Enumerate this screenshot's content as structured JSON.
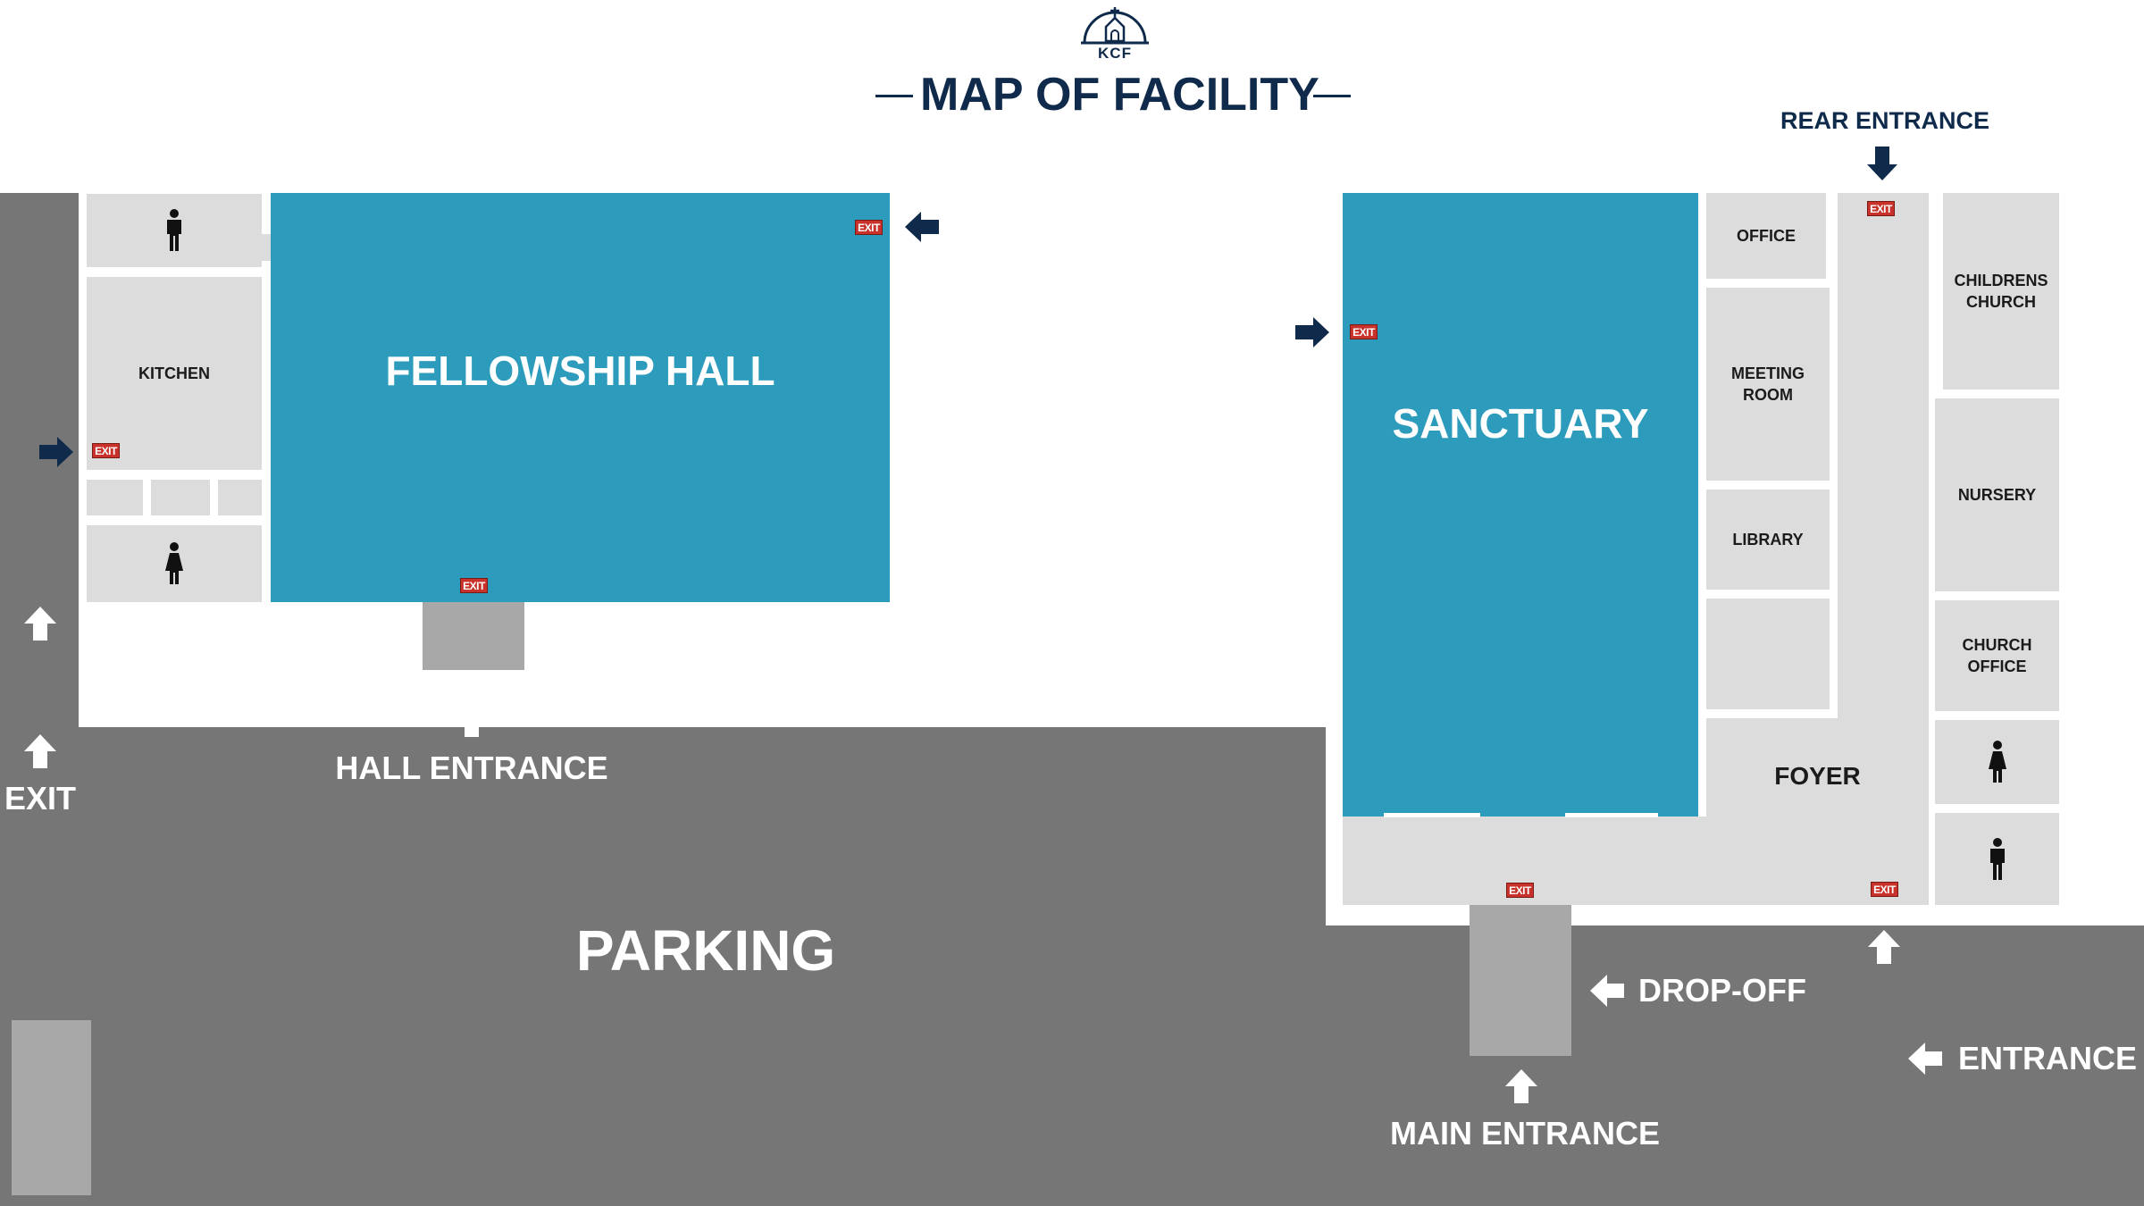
{
  "header": {
    "logo_text": "KCF",
    "title": "MAP OF FACILITY"
  },
  "colors": {
    "navy": "#0f2a4a",
    "room_blue": "#2d9bbc",
    "room_gray": "#dcdcdc",
    "parking": "#767676",
    "exit_red": "#c8322a"
  },
  "rooms": {
    "fellowship_hall": "FELLOWSHIP HALL",
    "sanctuary": "SANCTUARY",
    "kitchen": "KITCHEN",
    "office": "OFFICE",
    "meeting_room": "MEETING ROOM",
    "library": "LIBRARY",
    "childrens_church": "CHILDRENS CHURCH",
    "nursery": "NURSERY",
    "church_office": "CHURCH OFFICE",
    "foyer": "FOYER"
  },
  "areas": {
    "parking": "PARKING"
  },
  "entrances": {
    "hall_entrance": "HALL ENTRANCE",
    "exit": "EXIT",
    "drop_off": "DROP-OFF",
    "main_entrance": "MAIN ENTRANCE",
    "entrance": "ENTRANCE",
    "rear_entrance": "REAR ENTRANCE"
  },
  "exit_sign": "EXIT",
  "icons": {
    "restroom_men": "man-icon",
    "restroom_women": "woman-icon",
    "arrow": "arrow-icon",
    "church": "church-icon"
  }
}
